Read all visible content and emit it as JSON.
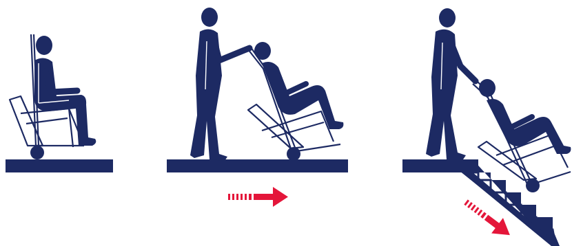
{
  "colors": {
    "figure": "#1d2a63",
    "chair_outline": "#ffffff",
    "arrow": "#e4163a",
    "background": "#ffffff"
  },
  "panels": [
    {
      "name": "seated-in-chair",
      "icon": "person-seated-evacuation-chair-icon"
    },
    {
      "name": "pushing-on-flat-floor",
      "icon": "attendant-pushing-chair-icon",
      "arrow": "right-arrow-icon"
    },
    {
      "name": "descending-stairs",
      "icon": "attendant-descending-stairs-icon",
      "arrow": "down-right-arrow-icon"
    }
  ]
}
